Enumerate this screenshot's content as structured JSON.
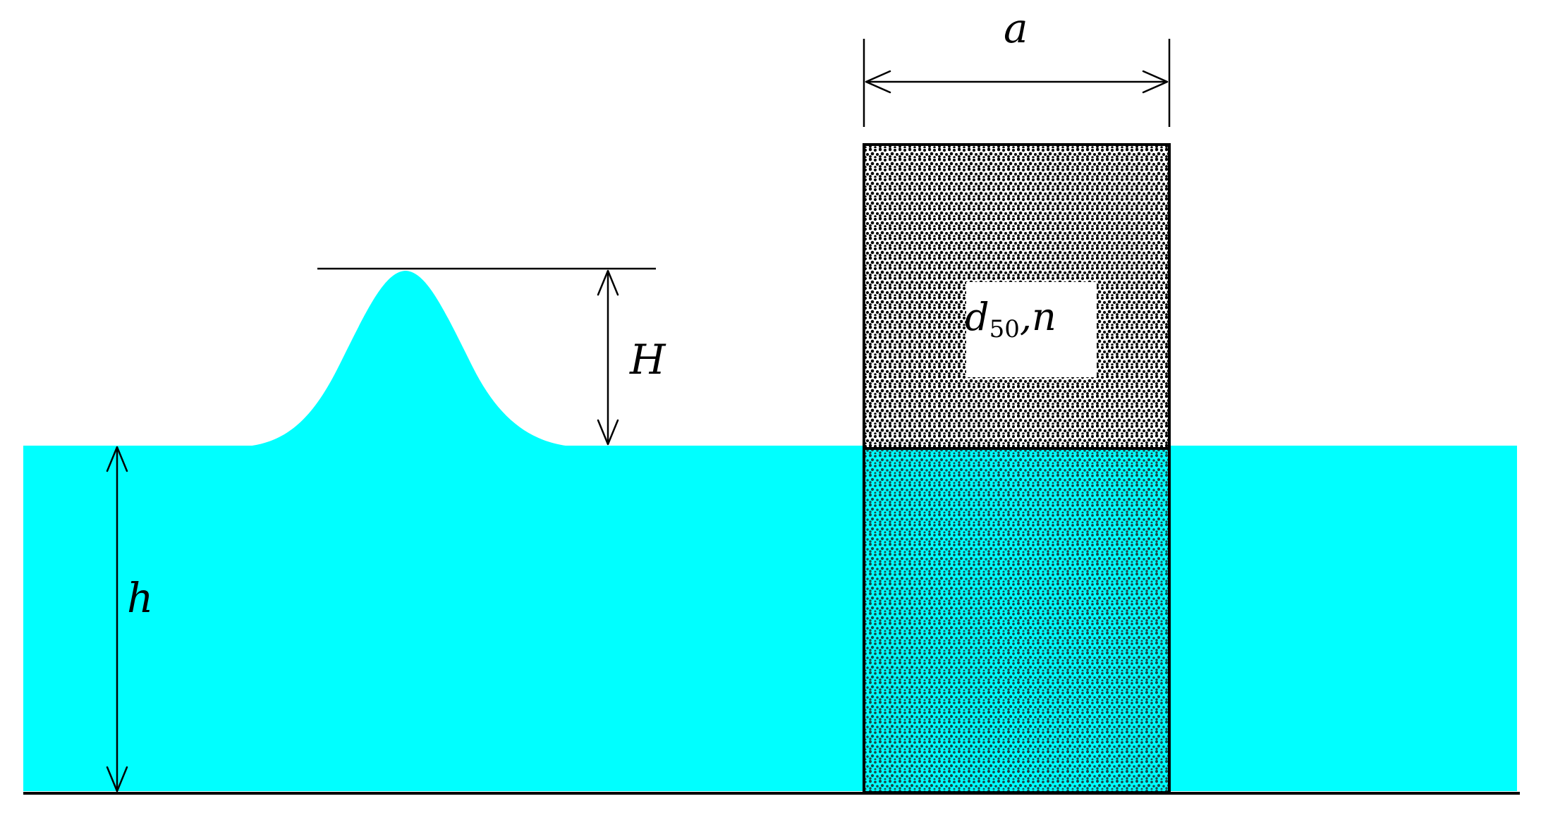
{
  "labels": {
    "width": "a",
    "wave_height": "H",
    "water_depth": "h",
    "grain_main": "d",
    "grain_sub": "50",
    "grain_tail": ",n"
  },
  "colors": {
    "water": "#00FFFF",
    "porous_grain": "#000000",
    "line": "#000000",
    "background": "#FFFFFF"
  }
}
